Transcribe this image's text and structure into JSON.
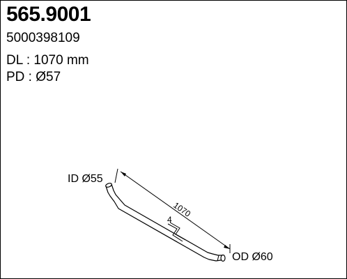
{
  "header": {
    "part_number": "565.9001",
    "reference": "5000398109",
    "dl": "DL : 1070 mm",
    "pd": "PD : Ø57"
  },
  "drawing": {
    "id_label": "ID Ø55",
    "od_label": "OD Ø60",
    "length_label": "1070",
    "detail_label": "4"
  }
}
